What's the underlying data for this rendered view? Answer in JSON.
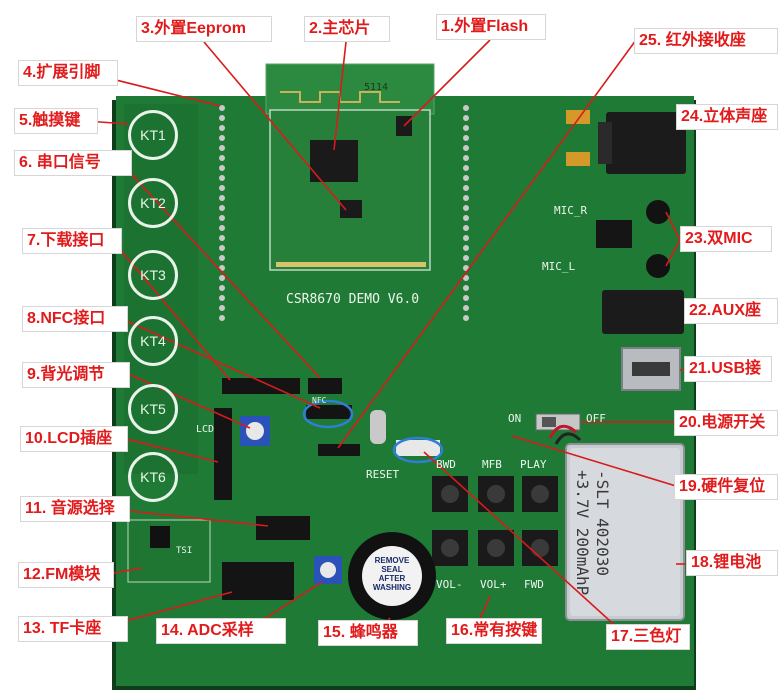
{
  "labels": {
    "l1": "1.外置Flash",
    "l2": "2.主芯片",
    "l3": "3.外置Eeprom",
    "l4": "4.扩展引脚",
    "l5": "5.触摸键",
    "l6": "6. 串口信号",
    "l7": "7.下载接口",
    "l8": "8.NFC接口",
    "l9": "9.背光调节",
    "l10": "10.LCD插座",
    "l11": "11. 音源选择",
    "l12": "12.FM模块",
    "l13": "13. TF卡座",
    "l14": "14. ADC采样",
    "l15": "15. 蜂鸣器",
    "l16": "16.常有按键",
    "l17": "17.三色灯",
    "l18": "18.锂电池",
    "l19": "19.硬件复位",
    "l20": "20.电源开关",
    "l21": "21.USB接",
    "l22": "22.AUX座",
    "l23": "23.双MIC",
    "l24": "24.立体声座",
    "l25": "25. 红外接收座"
  },
  "board": {
    "title": "CSR8670 DEMO V6.0",
    "module_code": "5114",
    "touch_keys": [
      "KT1",
      "KT2",
      "KT3",
      "KT4",
      "KT5",
      "KT6"
    ],
    "silk": {
      "mic_r": "MIC_R",
      "mic_l": "MIC_L",
      "on": "ON",
      "off": "OFF",
      "reset": "RESET",
      "lcd": "LCD",
      "nfc": "NFC",
      "bwd": "BWD",
      "mfb": "MFB",
      "play": "PLAY",
      "vol_minus": "VOL-",
      "vol_plus": "VOL+",
      "fwd": "FWD"
    },
    "battery": {
      "line1": "-SLT 402030",
      "line2": "+3.7V 200mAhP"
    },
    "buzzer_sticker": "REMOVE SEAL AFTER WASHING",
    "fm_module_text": "TSI"
  },
  "colors": {
    "label_text": "#e11b1b",
    "pcb": "#1f7a35",
    "pcb_dark": "#165c28",
    "leader_line": "#d81b1b",
    "highlight_ring": "#2f7fd6"
  }
}
